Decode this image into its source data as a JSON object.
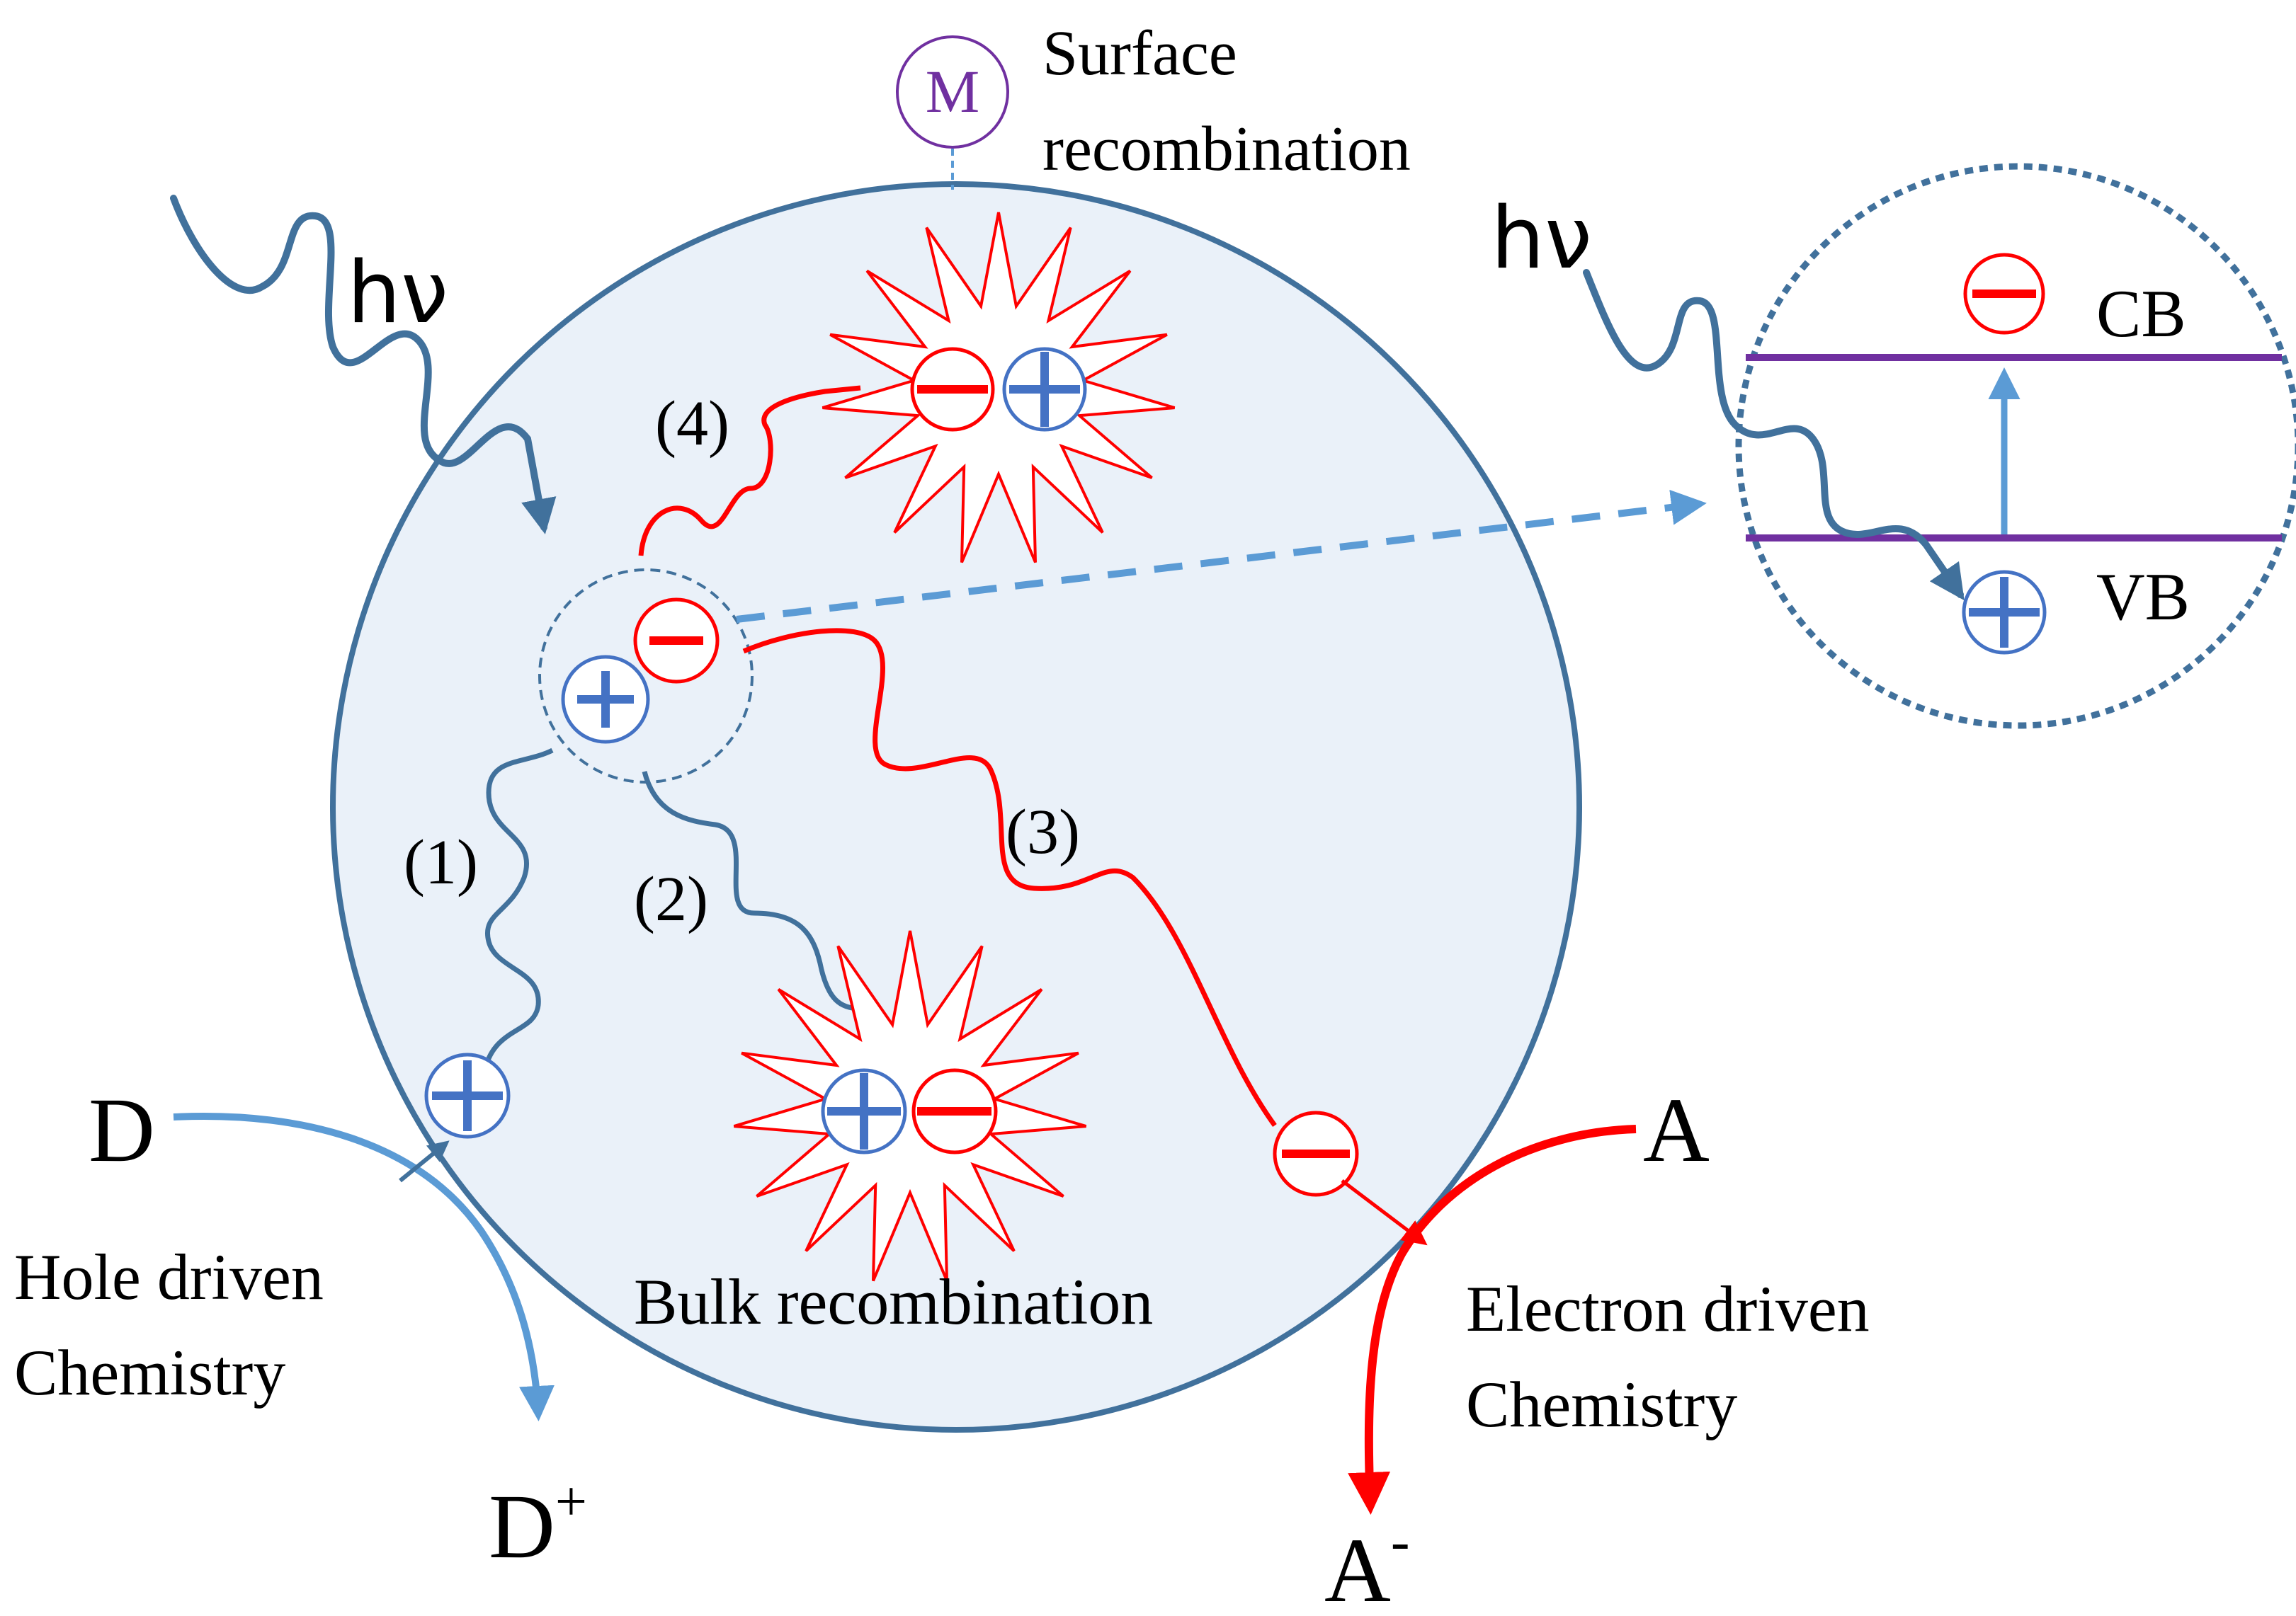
{
  "labels": {
    "surface_line1": "Surface",
    "surface_line2": "recombination",
    "metal": "M",
    "hv_left": "hν",
    "hv_right": "hν",
    "cb": "CB",
    "vb": "VB",
    "path1": "(1)",
    "path2": "(2)",
    "path3": "(3)",
    "path4": "(4)",
    "donor": "D",
    "donor_oxidized_base": "D",
    "donor_oxidized_sup": "+",
    "acceptor": "A",
    "acceptor_reduced_base": "A",
    "acceptor_reduced_sup": "-",
    "hole_chem_line1": "Hole driven",
    "hole_chem_line2": "Chemistry",
    "electron_chem_line1": "Electron driven",
    "electron_chem_line2": "Chemistry",
    "bulk": "Bulk recombination"
  },
  "colors": {
    "particle_fill": "#eaf1f9",
    "particle_stroke": "#41719c",
    "electron": "#ff0000",
    "hole": "#4472c4",
    "band": "#7030a0",
    "metal": "#7030a0",
    "light_arrow": "#41719c",
    "donor_arrow": "#5b9bd5",
    "magnifier": "#41719c"
  }
}
